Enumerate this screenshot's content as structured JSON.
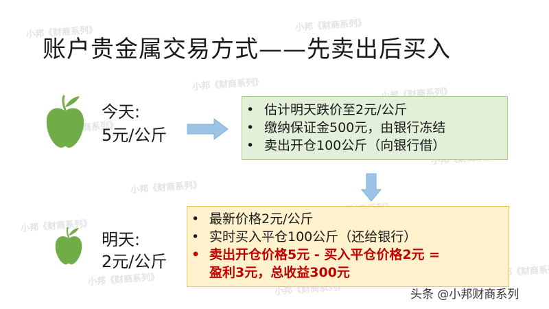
{
  "watermark": "小邦《财商系列》",
  "title": "账户贵金属交易方式——先卖出后买入",
  "today": {
    "label": "今天:",
    "price": "5元/公斤",
    "bullets": [
      "估计明天跌价至2元/公斤",
      "缴纳保证金500元，由银行冻结",
      "卖出开仓100公斤（向银行借）"
    ]
  },
  "tomorrow": {
    "label": "明天:",
    "price": "2元/公斤",
    "bullets": [
      "最新价格2元/公斤",
      "实时买入平仓100公斤（还给银行）",
      "卖出开仓价格5元 - 买入平仓价格2元 ="
    ],
    "bullet_continuation": "盈利3元，总收益300元"
  },
  "footer": "头条 @小邦财商系列",
  "colors": {
    "apple": "#70ad47",
    "green_box": "#e2efd9",
    "yellow_box": "#fff2cc",
    "arrow": "#9dc3e6",
    "highlight": "#c00000"
  },
  "icons": [
    "apple-icon",
    "arrow-right-icon",
    "arrow-down-icon"
  ]
}
